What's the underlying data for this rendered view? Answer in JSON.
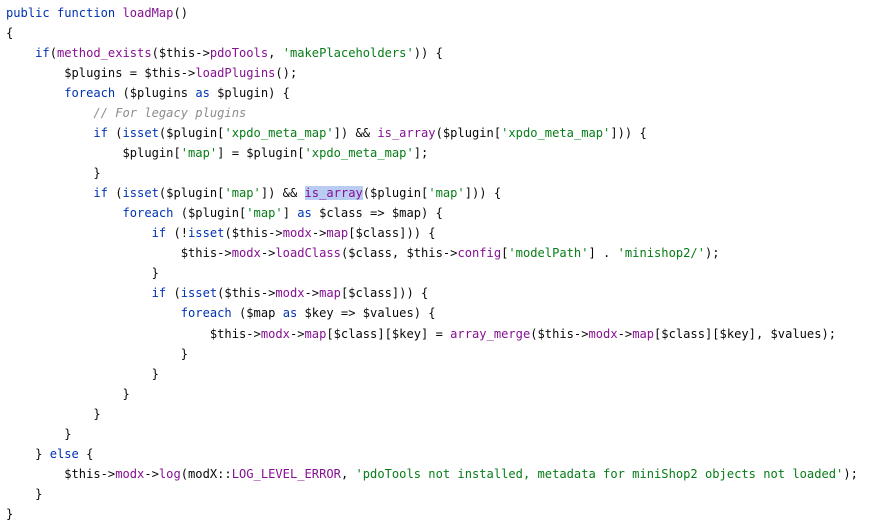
{
  "theme": {
    "background": "#ffffff",
    "keyword": "#0033b3",
    "function": "#871094",
    "string": "#067d17",
    "comment": "#8c8c8c",
    "plain": "#080808",
    "highlight": "#b9cdf3"
  },
  "lines": [
    {
      "indent": 0,
      "tokens": [
        {
          "t": "public",
          "c": "kw"
        },
        {
          "t": " ",
          "c": "pl"
        },
        {
          "t": "function",
          "c": "kw"
        },
        {
          "t": " ",
          "c": "pl"
        },
        {
          "t": "loadMap",
          "c": "fn"
        },
        {
          "t": "()",
          "c": "pl"
        }
      ]
    },
    {
      "indent": 0,
      "tokens": [
        {
          "t": "{",
          "c": "pl"
        }
      ]
    },
    {
      "indent": 4,
      "tokens": [
        {
          "t": "if",
          "c": "kw"
        },
        {
          "t": "(",
          "c": "pl"
        },
        {
          "t": "method_exists",
          "c": "fn"
        },
        {
          "t": "($this->",
          "c": "pl"
        },
        {
          "t": "pdoTools",
          "c": "fn"
        },
        {
          "t": ", ",
          "c": "pl"
        },
        {
          "t": "'makePlaceholders'",
          "c": "str"
        },
        {
          "t": ")) {",
          "c": "pl"
        }
      ]
    },
    {
      "indent": 8,
      "tokens": [
        {
          "t": "$plugins = $this->",
          "c": "pl"
        },
        {
          "t": "loadPlugins",
          "c": "fn"
        },
        {
          "t": "();",
          "c": "pl"
        }
      ]
    },
    {
      "indent": 8,
      "tokens": [
        {
          "t": "foreach",
          "c": "kw"
        },
        {
          "t": " ($plugins ",
          "c": "pl"
        },
        {
          "t": "as",
          "c": "kw"
        },
        {
          "t": " $plugin) {",
          "c": "pl"
        }
      ]
    },
    {
      "indent": 12,
      "tokens": [
        {
          "t": "// For legacy plugins",
          "c": "cm"
        }
      ]
    },
    {
      "indent": 12,
      "tokens": [
        {
          "t": "if",
          "c": "kw"
        },
        {
          "t": " (",
          "c": "pl"
        },
        {
          "t": "isset",
          "c": "kw"
        },
        {
          "t": "($plugin[",
          "c": "pl"
        },
        {
          "t": "'xpdo_meta_map'",
          "c": "str"
        },
        {
          "t": "]) && ",
          "c": "pl"
        },
        {
          "t": "is_array",
          "c": "fn"
        },
        {
          "t": "($plugin[",
          "c": "pl"
        },
        {
          "t": "'xpdo_meta_map'",
          "c": "str"
        },
        {
          "t": "])) {",
          "c": "pl"
        }
      ]
    },
    {
      "indent": 16,
      "tokens": [
        {
          "t": "$plugin[",
          "c": "pl"
        },
        {
          "t": "'map'",
          "c": "str"
        },
        {
          "t": "] = $plugin[",
          "c": "pl"
        },
        {
          "t": "'xpdo_meta_map'",
          "c": "str"
        },
        {
          "t": "];",
          "c": "pl"
        }
      ]
    },
    {
      "indent": 12,
      "tokens": [
        {
          "t": "}",
          "c": "pl"
        }
      ]
    },
    {
      "indent": 12,
      "tokens": [
        {
          "t": "if",
          "c": "kw"
        },
        {
          "t": " (",
          "c": "pl"
        },
        {
          "t": "isset",
          "c": "kw"
        },
        {
          "t": "($plugin[",
          "c": "pl"
        },
        {
          "t": "'map'",
          "c": "str"
        },
        {
          "t": "]) && ",
          "c": "pl"
        },
        {
          "t": "is_array",
          "c": "fn",
          "hl": true
        },
        {
          "t": "($plugin[",
          "c": "pl"
        },
        {
          "t": "'map'",
          "c": "str"
        },
        {
          "t": "])) {",
          "c": "pl"
        }
      ]
    },
    {
      "indent": 16,
      "tokens": [
        {
          "t": "foreach",
          "c": "kw"
        },
        {
          "t": " ($plugin[",
          "c": "pl"
        },
        {
          "t": "'map'",
          "c": "str"
        },
        {
          "t": "] ",
          "c": "pl"
        },
        {
          "t": "as",
          "c": "kw"
        },
        {
          "t": " $class => $map) {",
          "c": "pl"
        }
      ]
    },
    {
      "indent": 20,
      "tokens": [
        {
          "t": "if",
          "c": "kw"
        },
        {
          "t": " (!",
          "c": "pl"
        },
        {
          "t": "isset",
          "c": "kw"
        },
        {
          "t": "($this->",
          "c": "pl"
        },
        {
          "t": "modx",
          "c": "fn"
        },
        {
          "t": "->",
          "c": "pl"
        },
        {
          "t": "map",
          "c": "fn"
        },
        {
          "t": "[$class])) {",
          "c": "pl"
        }
      ]
    },
    {
      "indent": 24,
      "tokens": [
        {
          "t": "$this->",
          "c": "pl"
        },
        {
          "t": "modx",
          "c": "fn"
        },
        {
          "t": "->",
          "c": "pl"
        },
        {
          "t": "loadClass",
          "c": "fn"
        },
        {
          "t": "($class, $this->",
          "c": "pl"
        },
        {
          "t": "config",
          "c": "fn"
        },
        {
          "t": "[",
          "c": "pl"
        },
        {
          "t": "'modelPath'",
          "c": "str"
        },
        {
          "t": "] . ",
          "c": "pl"
        },
        {
          "t": "'minishop2/'",
          "c": "str"
        },
        {
          "t": ");",
          "c": "pl"
        }
      ]
    },
    {
      "indent": 20,
      "tokens": [
        {
          "t": "}",
          "c": "pl"
        }
      ]
    },
    {
      "indent": 20,
      "tokens": [
        {
          "t": "if",
          "c": "kw"
        },
        {
          "t": " (",
          "c": "pl"
        },
        {
          "t": "isset",
          "c": "kw"
        },
        {
          "t": "($this->",
          "c": "pl"
        },
        {
          "t": "modx",
          "c": "fn"
        },
        {
          "t": "->",
          "c": "pl"
        },
        {
          "t": "map",
          "c": "fn"
        },
        {
          "t": "[$class])) {",
          "c": "pl"
        }
      ]
    },
    {
      "indent": 24,
      "tokens": [
        {
          "t": "foreach",
          "c": "kw"
        },
        {
          "t": " ($map ",
          "c": "pl"
        },
        {
          "t": "as",
          "c": "kw"
        },
        {
          "t": " $key => $values) {",
          "c": "pl"
        }
      ]
    },
    {
      "indent": 28,
      "tokens": [
        {
          "t": "$this->",
          "c": "pl"
        },
        {
          "t": "modx",
          "c": "fn"
        },
        {
          "t": "->",
          "c": "pl"
        },
        {
          "t": "map",
          "c": "fn"
        },
        {
          "t": "[$class][$key] = ",
          "c": "pl"
        },
        {
          "t": "array_merge",
          "c": "fn"
        },
        {
          "t": "($this->",
          "c": "pl"
        },
        {
          "t": "modx",
          "c": "fn"
        },
        {
          "t": "->",
          "c": "pl"
        },
        {
          "t": "map",
          "c": "fn"
        },
        {
          "t": "[$class][$key], $values);",
          "c": "pl"
        }
      ]
    },
    {
      "indent": 24,
      "tokens": [
        {
          "t": "}",
          "c": "pl"
        }
      ]
    },
    {
      "indent": 20,
      "tokens": [
        {
          "t": "}",
          "c": "pl"
        }
      ]
    },
    {
      "indent": 16,
      "tokens": [
        {
          "t": "}",
          "c": "pl"
        }
      ]
    },
    {
      "indent": 12,
      "tokens": [
        {
          "t": "}",
          "c": "pl"
        }
      ]
    },
    {
      "indent": 8,
      "tokens": [
        {
          "t": "}",
          "c": "pl"
        }
      ]
    },
    {
      "indent": 4,
      "tokens": [
        {
          "t": "} ",
          "c": "pl"
        },
        {
          "t": "else",
          "c": "kw"
        },
        {
          "t": " {",
          "c": "pl"
        }
      ]
    },
    {
      "indent": 8,
      "tokens": [
        {
          "t": "$this->",
          "c": "pl"
        },
        {
          "t": "modx",
          "c": "fn"
        },
        {
          "t": "->",
          "c": "pl"
        },
        {
          "t": "log",
          "c": "fn"
        },
        {
          "t": "(modX::",
          "c": "pl"
        },
        {
          "t": "LOG_LEVEL_ERROR",
          "c": "cst"
        },
        {
          "t": ", ",
          "c": "pl"
        },
        {
          "t": "'pdoTools not installed, metadata for miniShop2 objects not loaded'",
          "c": "str"
        },
        {
          "t": ");",
          "c": "pl"
        }
      ]
    },
    {
      "indent": 4,
      "tokens": [
        {
          "t": "}",
          "c": "pl"
        }
      ]
    },
    {
      "indent": 0,
      "tokens": [
        {
          "t": "}",
          "c": "pl"
        }
      ]
    }
  ]
}
